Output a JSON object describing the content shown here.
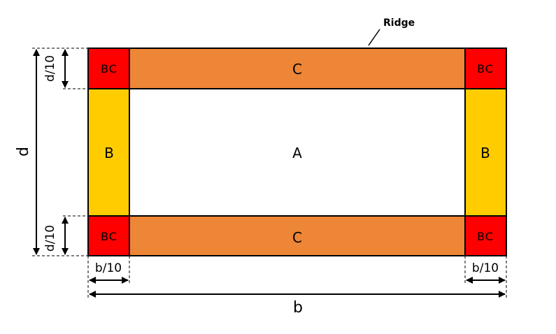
{
  "diagram": {
    "ridge_label": "Ridge",
    "zones": {
      "A": "A",
      "B_left": "B",
      "B_right": "B",
      "C_top": "C",
      "C_bottom": "C",
      "BC_top_left": "BC",
      "BC_top_right": "BC",
      "BC_bottom_left": "BC",
      "BC_bottom_right": "BC"
    },
    "dimensions": {
      "width": "b",
      "depth": "d",
      "width_fraction_left": "b/10",
      "width_fraction_right": "b/10",
      "depth_fraction_top": "d/10",
      "depth_fraction_bottom": "d/10"
    },
    "colors": {
      "zone_A": "#ffffff",
      "zone_B": "#ffcc00",
      "zone_C": "#ed8636",
      "zone_BC": "#ff0000",
      "outline": "#000000"
    }
  }
}
